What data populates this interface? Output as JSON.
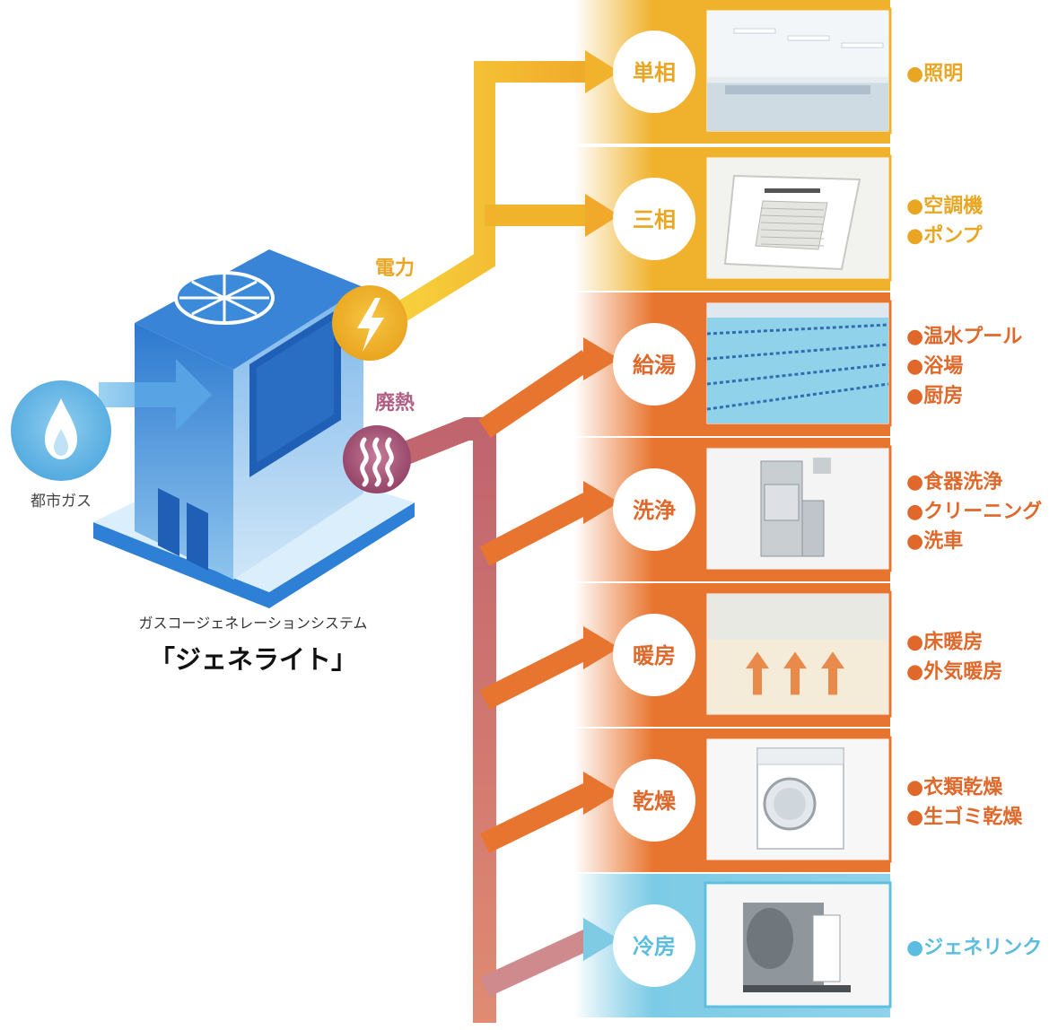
{
  "source": {
    "label": "都市ガス",
    "icon": "gas-flame-icon"
  },
  "system": {
    "subtitle": "ガスコージェネレーションシステム",
    "name": "「ジェネライト」"
  },
  "outputs": {
    "power": {
      "label": "電力",
      "icon": "lightning-icon"
    },
    "heat": {
      "label": "廃熱",
      "icon": "heat-waves-icon"
    }
  },
  "colors": {
    "power": "#f0b22c",
    "heat": "#e8752f",
    "heat_pipe": "#c87478",
    "cooling": "#5fbfdf",
    "gas": "#63b7e6",
    "unit": "#2f7fd0"
  },
  "rows": [
    {
      "circle": "単相",
      "image": "ceiling-lights-office-photo",
      "uses": [
        "●照明"
      ],
      "group": "power"
    },
    {
      "circle": "三相",
      "image": "ceiling-air-conditioner-photo",
      "uses": [
        "●空調機",
        "●ポンプ"
      ],
      "group": "power"
    },
    {
      "circle": "給湯",
      "image": "swimming-pool-photo",
      "uses": [
        "●温水プール",
        "●浴場",
        "●厨房"
      ],
      "group": "heat"
    },
    {
      "circle": "洗浄",
      "image": "dishwasher-photo",
      "uses": [
        "●食器洗浄",
        "●クリーニング",
        "●洗車"
      ],
      "group": "heat"
    },
    {
      "circle": "暖房",
      "image": "heated-hall-floor-photo",
      "uses": [
        "●床暖房",
        "●外気暖房"
      ],
      "group": "heat"
    },
    {
      "circle": "乾燥",
      "image": "washing-machine-photo",
      "uses": [
        "●衣類乾燥",
        "●生ゴミ乾燥"
      ],
      "group": "heat"
    },
    {
      "circle": "冷房",
      "image": "absorption-chiller-photo",
      "uses": [
        "●ジェネリンク"
      ],
      "group": "cooling"
    }
  ]
}
